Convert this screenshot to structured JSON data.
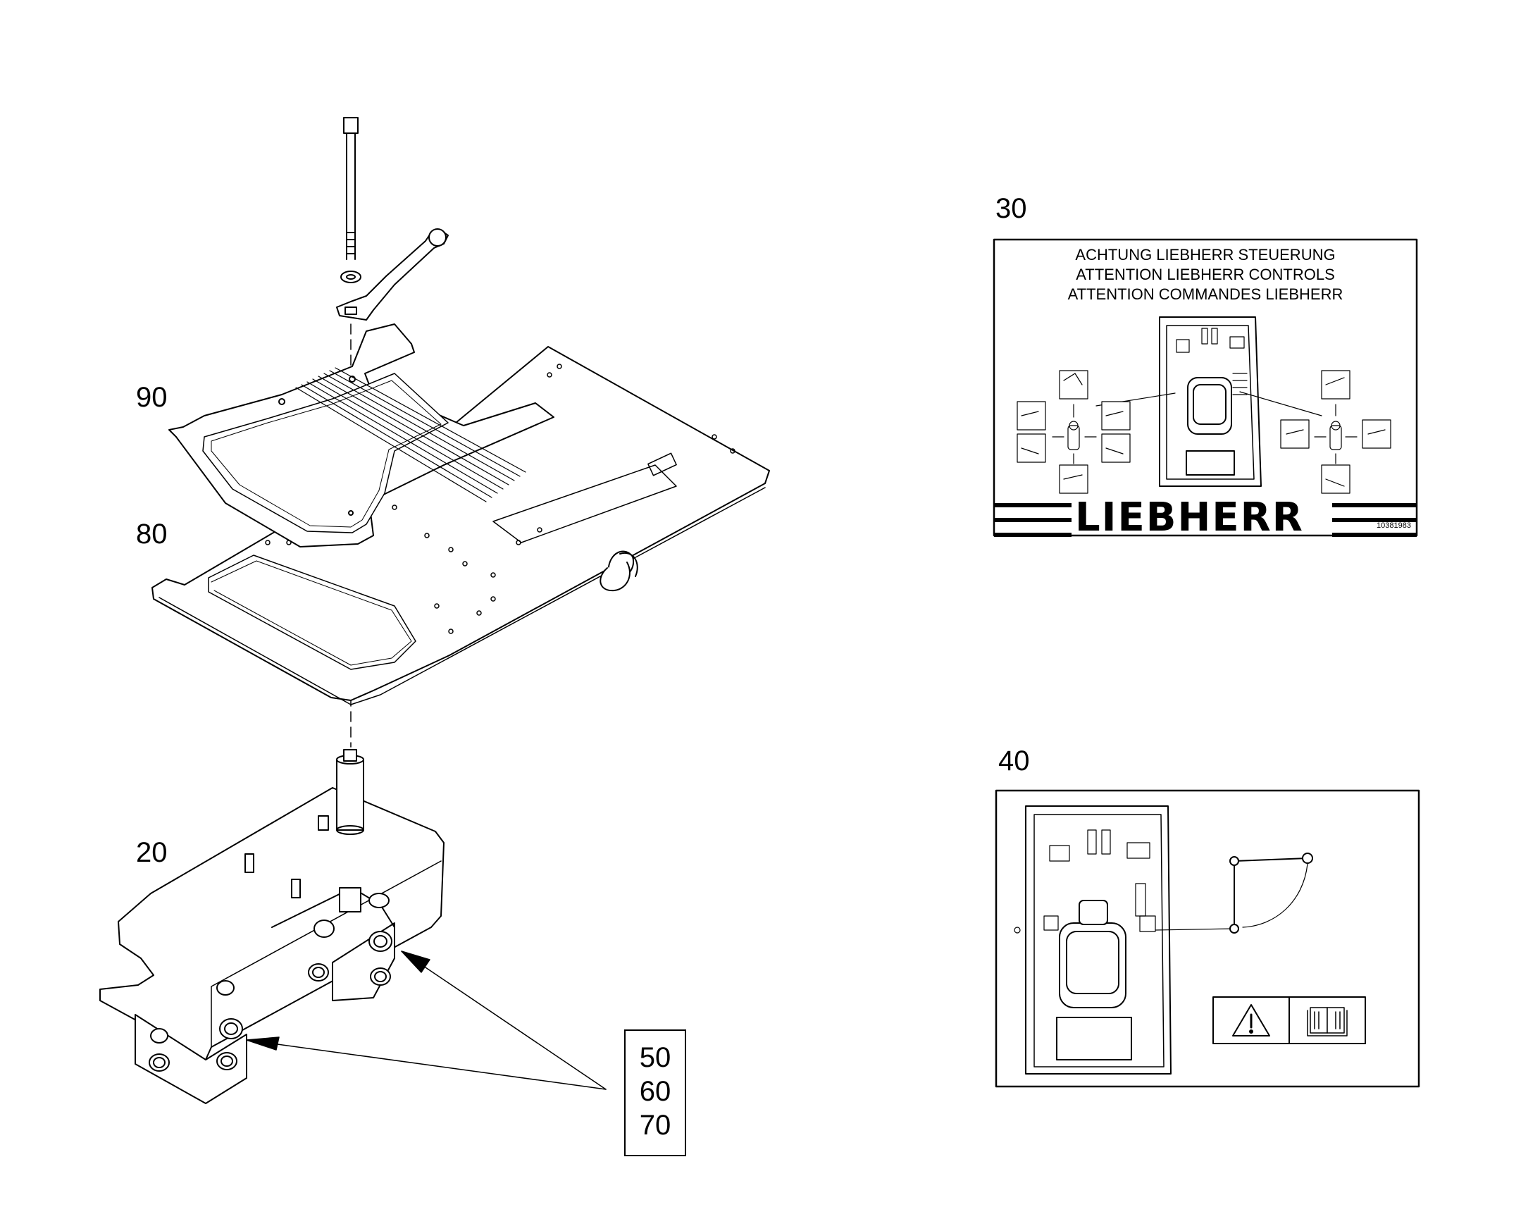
{
  "position_labels": {
    "p90": "90",
    "p80": "80",
    "p20": "20",
    "p30": "30",
    "p40": "40"
  },
  "callout_numbers": [
    "50",
    "60",
    "70"
  ],
  "decal_30": {
    "line_de": "ACHTUNG LIEBHERR STEUERUNG",
    "line_en": "ATTENTION LIEBHERR CONTROLS",
    "line_fr": "ATTENTION COMMANDES LIEBHERR",
    "brand": "LIEBHERR",
    "doc_number": "10381983"
  },
  "decal_40": {
    "icons": [
      "warning-triangle-icon",
      "manual-book-icon"
    ]
  }
}
